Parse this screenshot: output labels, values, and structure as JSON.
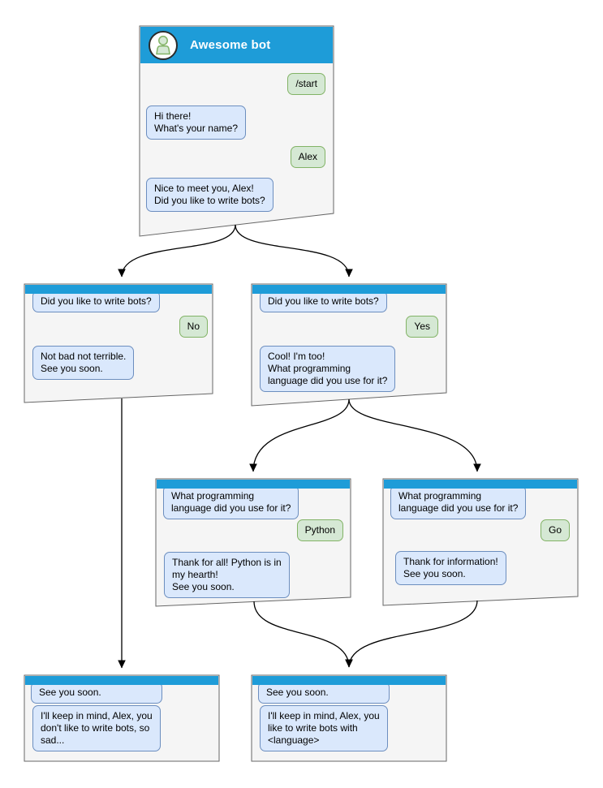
{
  "colors": {
    "titlebar_blue": "#1E9CD8",
    "window_fill": "#F5F5F5",
    "window_border": "#666666",
    "bot_bubble_fill": "#DAE8FC",
    "bot_bubble_border": "#6C8EBF",
    "user_bubble_fill": "#D5E8D4",
    "user_bubble_border": "#82B366",
    "arrow_color": "#000000"
  },
  "windows": [
    {
      "id": "main",
      "title": "Awesome bot",
      "avatar_icon": "person-icon",
      "messages": [
        {
          "from": "user",
          "text": "/start"
        },
        {
          "from": "bot",
          "text": "Hi there!\nWhat's your name?"
        },
        {
          "from": "user",
          "text": "Alex"
        },
        {
          "from": "bot",
          "text": "Nice to meet you, Alex!\nDid you like to write bots?"
        }
      ]
    },
    {
      "id": "branch-no",
      "messages": [
        {
          "from": "bot",
          "text": "Did you like to write bots?"
        },
        {
          "from": "user",
          "text": "No"
        },
        {
          "from": "bot",
          "text": "Not bad not terrible.\nSee you soon."
        }
      ]
    },
    {
      "id": "branch-yes",
      "messages": [
        {
          "from": "bot",
          "text": "Did you like to write bots?"
        },
        {
          "from": "user",
          "text": "Yes"
        },
        {
          "from": "bot",
          "text": "Cool! I'm too!\nWhat programming\nlanguage did you use for it?"
        }
      ]
    },
    {
      "id": "branch-python",
      "messages": [
        {
          "from": "bot",
          "text": "What programming\nlanguage did you use for it?"
        },
        {
          "from": "user",
          "text": "Python"
        },
        {
          "from": "bot",
          "text": "Thank for all! Python is in\nmy hearth!\nSee you soon."
        }
      ]
    },
    {
      "id": "branch-go",
      "messages": [
        {
          "from": "bot",
          "text": "What programming\nlanguage did you use for it?"
        },
        {
          "from": "user",
          "text": "Go"
        },
        {
          "from": "bot",
          "text": "Thank for information!\nSee you soon."
        }
      ]
    },
    {
      "id": "end-no",
      "messages": [
        {
          "from": "bot",
          "text": "See you soon."
        },
        {
          "from": "bot",
          "text": "I'll keep in mind, Alex, you\ndon't like to write bots, so\nsad..."
        }
      ]
    },
    {
      "id": "end-language",
      "messages": [
        {
          "from": "bot",
          "text": "See you soon."
        },
        {
          "from": "bot",
          "text": "I'll keep in mind, Alex, you\nlike to write bots with\n<language>"
        }
      ]
    }
  ]
}
